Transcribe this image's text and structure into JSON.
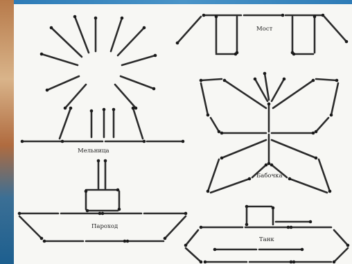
{
  "figures": [
    {
      "id": "bridge",
      "label": "Мост"
    },
    {
      "id": "mill",
      "label": "Мельница"
    },
    {
      "id": "butterfly",
      "label": "Бабочка"
    },
    {
      "id": "steamship",
      "label": "Пароход"
    },
    {
      "id": "tank",
      "label": "Танк"
    }
  ]
}
